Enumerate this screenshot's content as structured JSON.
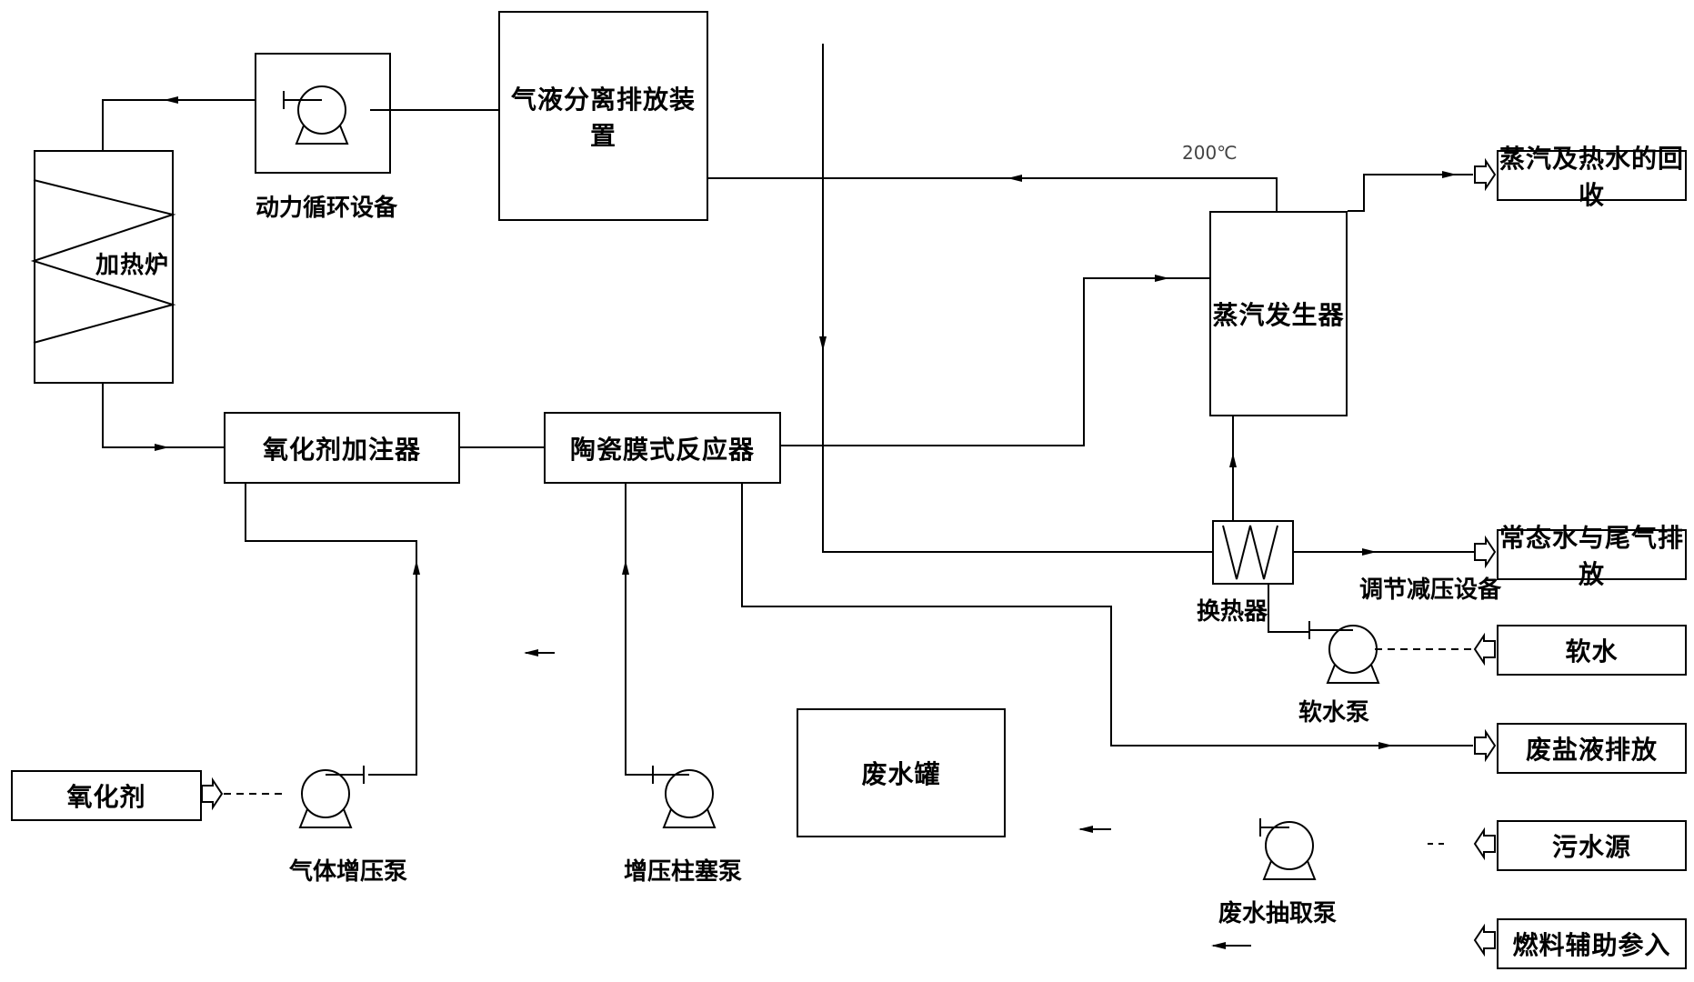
{
  "equipment": {
    "heating_furnace": "加热炉",
    "power_circulation": "动力循环设备",
    "gas_liquid_separator": "气液分离排放装置",
    "oxidant_injector": "氧化剂加注器",
    "ceramic_reactor": "陶瓷膜式反应器",
    "steam_generator": "蒸汽发生器",
    "heat_exchanger": "换热器",
    "regulating_valve": "调节减压设备",
    "soft_water_pump": "软水泵",
    "gas_booster_pump": "气体增压泵",
    "booster_plunger_pump": "增压柱塞泵",
    "wastewater_tank": "废水罐",
    "wastewater_pump": "废水抽取泵"
  },
  "terminals": {
    "steam_recovery": "蒸汽及热水的回收",
    "normal_water_exhaust": "常态水与尾气排放",
    "soft_water": "软水",
    "waste_salt_discharge": "废盐液排放",
    "sewage_source": "污水源",
    "auxiliary_input": "燃料辅助参入",
    "oxidant": "氧化剂"
  },
  "annotations": {
    "temperature": "200℃"
  }
}
